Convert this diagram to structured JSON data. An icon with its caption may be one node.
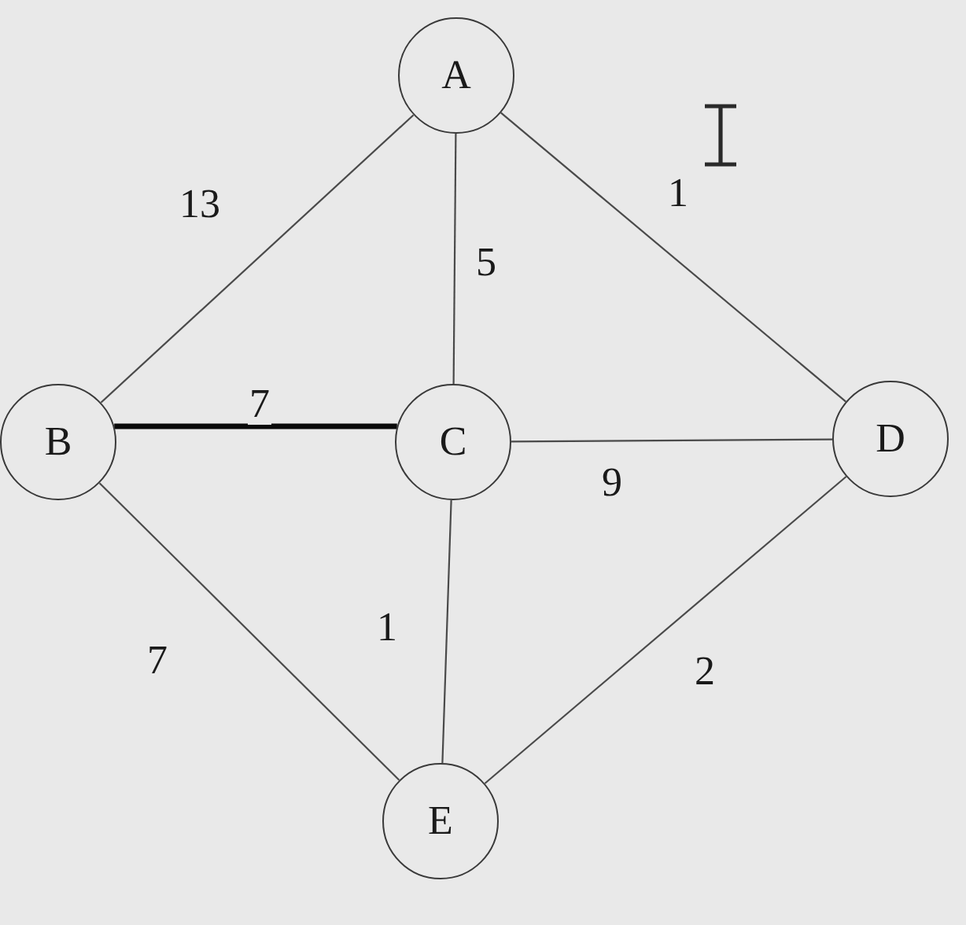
{
  "diagram": {
    "nodes": [
      {
        "text": [
          "A"
        ]
      },
      {
        "text": [
          "B"
        ]
      },
      {
        "text": [
          "C"
        ]
      },
      {
        "text": [
          "D"
        ]
      },
      {
        "text": [
          "E"
        ]
      }
    ],
    "edges": [
      {
        "from": 0,
        "to": 1,
        "arrow": "none",
        "label": "13"
      },
      {
        "from": 0,
        "to": 2,
        "arrow": "none",
        "label": "5"
      },
      {
        "from": 0,
        "to": 3,
        "arrow": "none",
        "label": "1"
      },
      {
        "from": 1,
        "to": 2,
        "arrow": "none",
        "label": "7",
        "style": "thick"
      },
      {
        "from": 2,
        "to": 3,
        "arrow": "none",
        "label": "9"
      },
      {
        "from": 1,
        "to": 4,
        "arrow": "none",
        "label": "7"
      },
      {
        "from": 2,
        "to": 4,
        "arrow": "none",
        "label": "1"
      },
      {
        "from": 3,
        "to": 4,
        "arrow": "none",
        "label": "2"
      }
    ]
  }
}
